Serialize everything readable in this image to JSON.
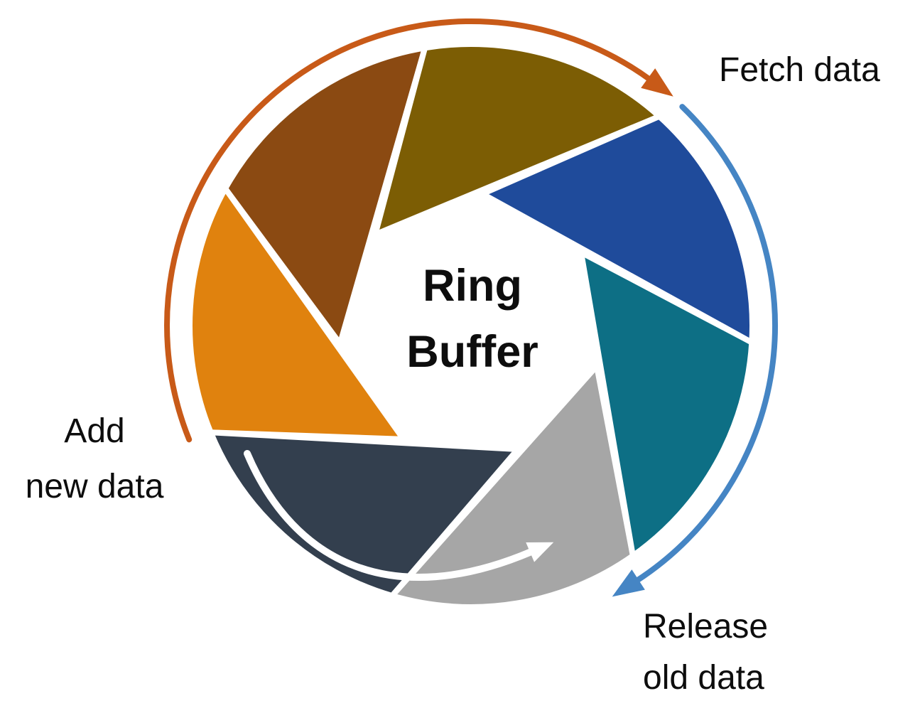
{
  "diagram": {
    "title": "Ring Buffer",
    "title_lines": [
      "Ring",
      "Buffer"
    ],
    "labels": {
      "fetch": "Fetch data",
      "add_line1": "Add",
      "add_line2": "new data",
      "release_line1": "Release",
      "release_line2": "old data"
    },
    "colors": {
      "background": "#FFFFFF",
      "text": "#0D0D0D",
      "gap_stroke": "#FFFFFF",
      "orange_arrow": "#C85A18",
      "blue_arrow": "#4585C4",
      "inner_arrow": "#FFFFFF"
    },
    "segments": [
      {
        "name": "olive",
        "color": "#7C5D04"
      },
      {
        "name": "brown",
        "color": "#8B4A12"
      },
      {
        "name": "orange",
        "color": "#E0820E"
      },
      {
        "name": "dark-slate",
        "color": "#333F4E"
      },
      {
        "name": "gray",
        "color": "#A6A6A6"
      },
      {
        "name": "teal",
        "color": "#0D6F85"
      },
      {
        "name": "blue",
        "color": "#1F4B9B"
      }
    ]
  }
}
